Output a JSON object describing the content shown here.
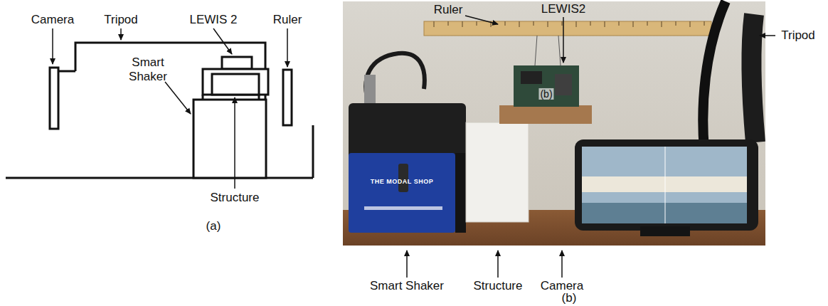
{
  "diagram": {
    "labels": [
      "Camera",
      "Tripod",
      "LEWIS 2",
      "Ruler",
      "Smart Shaker",
      "Structure",
      "(a)",
      "Ruler",
      "LEWIS2",
      "(b)",
      "Tripod",
      "Smart Shaker",
      "Structure",
      "Camera",
      "(b)",
      "THE MODAL SHOP"
    ]
  }
}
